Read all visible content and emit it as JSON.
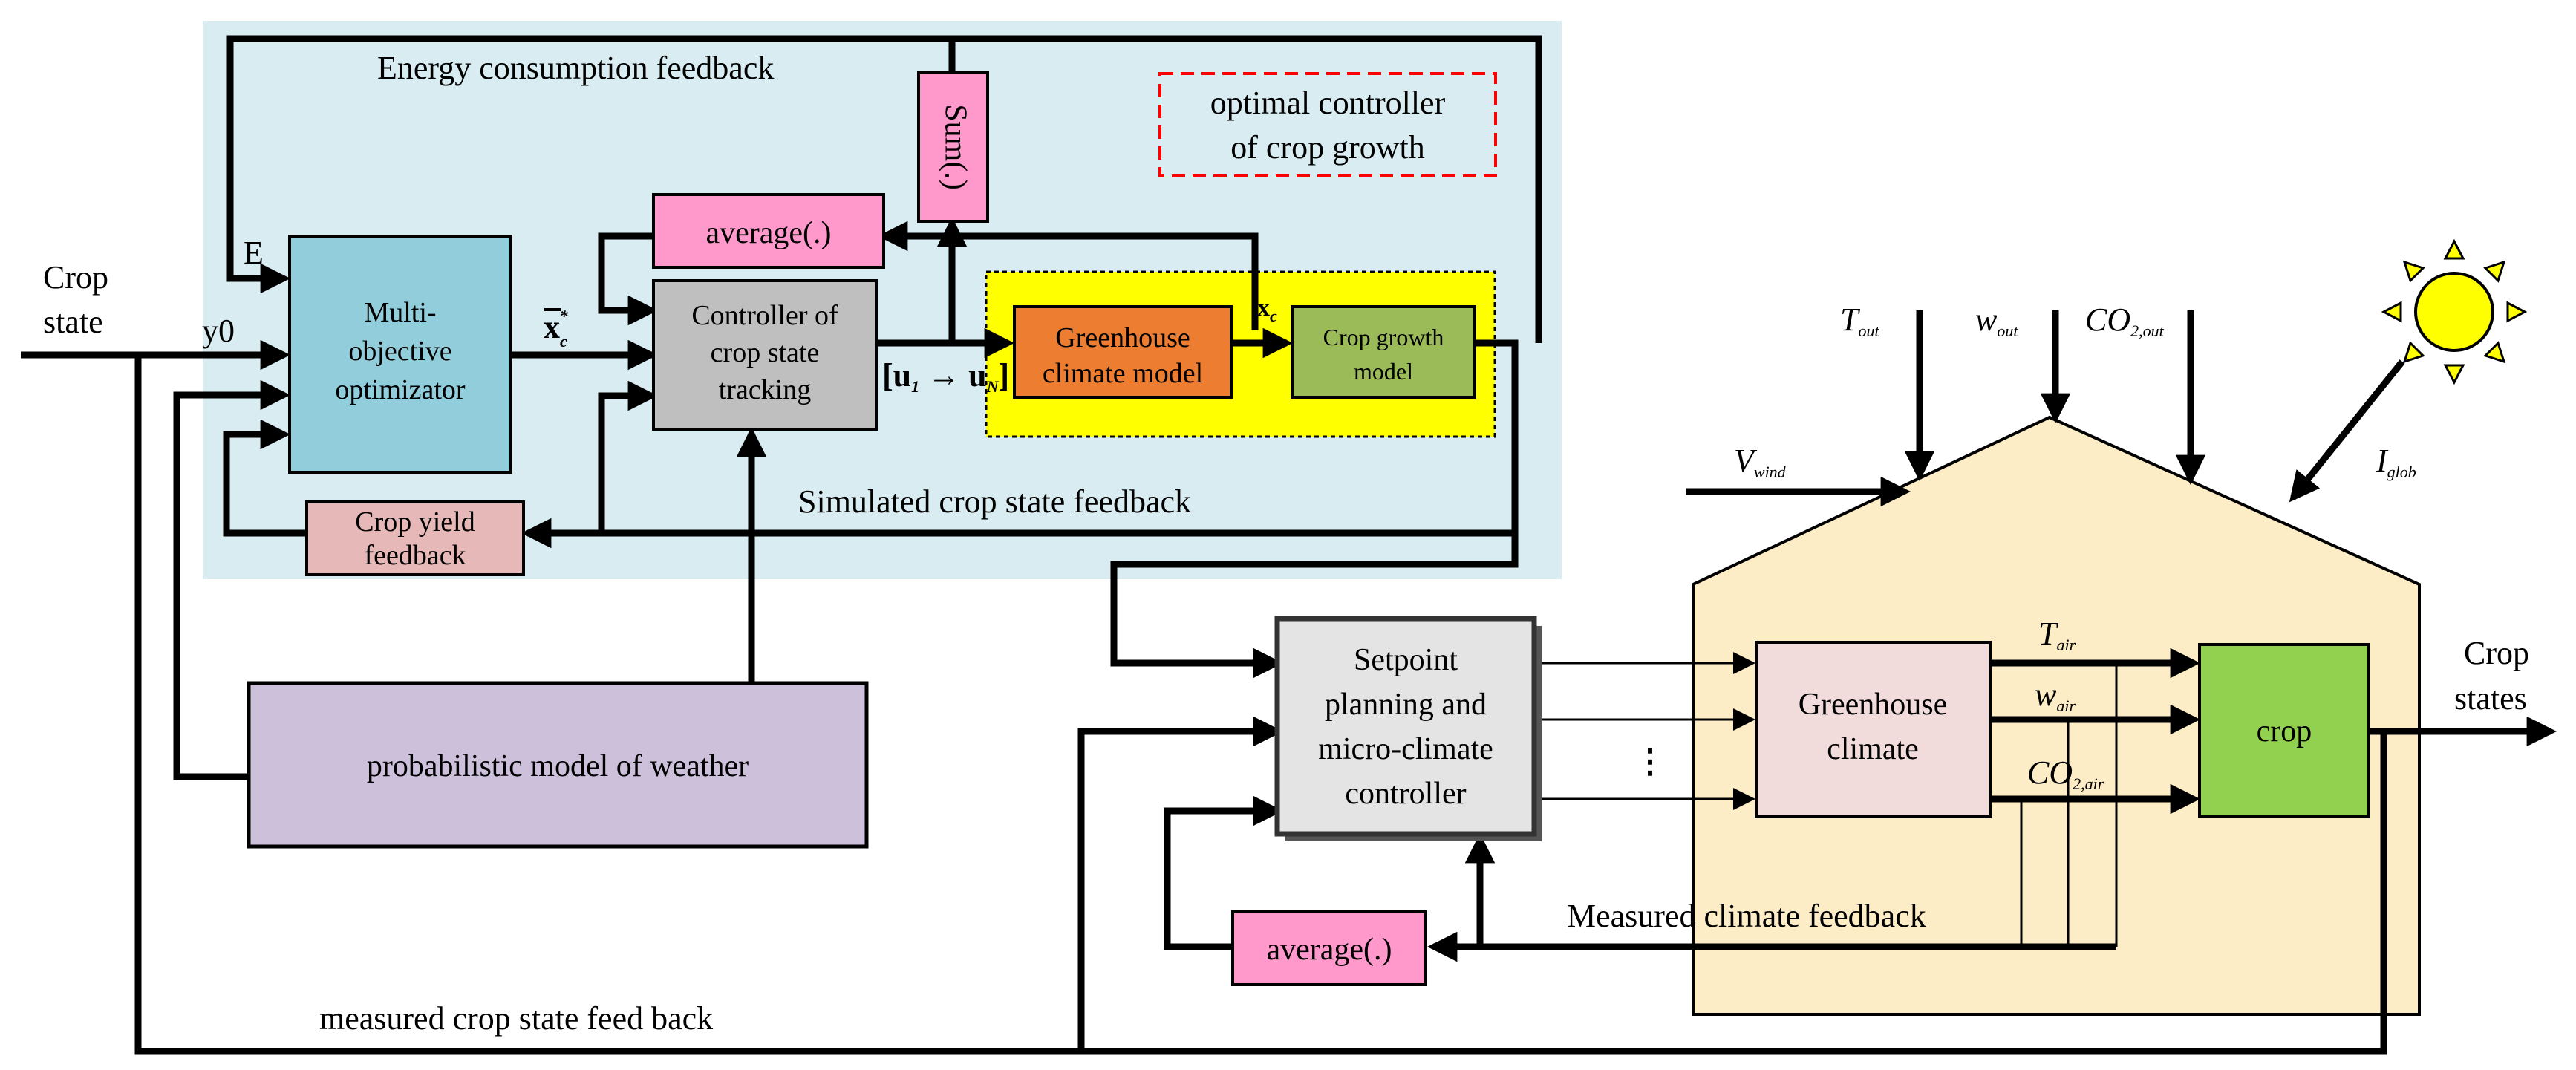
{
  "title_feedback": "Energy consumption feedback",
  "optimal_label_line1": "optimal controller",
  "optimal_label_line2": "of crop growth",
  "sum_block": "Sum(.)",
  "average_top": "average(.)",
  "average_bottom": "average(.)",
  "optimizer_lines": [
    "Multi-",
    "objective",
    "optimizator"
  ],
  "controller_lines": [
    "Controller of",
    "crop state",
    "tracking"
  ],
  "greenhouse_model_lines": [
    "Greenhouse",
    "climate model"
  ],
  "crop_growth_model_lines": [
    "Crop growth",
    "model"
  ],
  "crop_yield_lines": [
    "Crop yield",
    "feedback"
  ],
  "simulated_feedback": "Simulated crop state feedback",
  "weather_model": "probabilistic model of weather",
  "setpoint_lines": [
    "Setpoint",
    "planning and",
    "micro-climate",
    "controller"
  ],
  "greenhouse_climate_lines": [
    "Greenhouse",
    "climate"
  ],
  "crop_block": "crop",
  "crop_state_in_lines": [
    "Crop",
    "state"
  ],
  "crop_states_out_lines": [
    "Crop",
    "states"
  ],
  "measured_climate_feedback": "Measured climate feedback",
  "measured_crop_feedback": "measured crop state feed back",
  "label_E": "E",
  "label_y0": "y0",
  "label_xc": "x",
  "label_xc_sub": "c",
  "label_xc_sup": "*",
  "label_xc_small": "x",
  "label_xc_small_sub": "c",
  "label_u_range": "[u",
  "label_u_sub1": "1",
  "label_u_arrow": " → u",
  "label_u_subN": "N",
  "label_u_close": "]",
  "label_dots": "⋮",
  "vars": {
    "t_out": "T",
    "t_out_sub": "out",
    "w_out": "w",
    "w_out_sub": "out",
    "co2_out": "CO",
    "co2_out_sub": "2,out",
    "v_wind": "V",
    "v_wind_sub": "wind",
    "i_glob": "I",
    "i_glob_sub": "glob",
    "t_air": "T",
    "t_air_sub": "air",
    "w_air": "w",
    "w_air_sub": "air",
    "co2_air": "CO",
    "co2_air_sub": "2,air"
  },
  "colors": {
    "panel_blue": "#d8ecf2",
    "optimizer_blue": "#92cddc",
    "controller_gray": "#bfbfbf",
    "greenhouse_model_orange": "#ed7d31",
    "crop_model_green": "#9bbb59",
    "highlight_yellow": "#ffff00",
    "pink": "#ff99cc",
    "crop_yield_pink": "#e6b8b7",
    "weather_purple": "#ccc0da",
    "house_cream": "#fdedc6",
    "gh_climate_pink": "#f2dcdb",
    "crop_green": "#92d050",
    "sun_yellow": "#ffff00",
    "dashed_red": "#ff0000"
  }
}
